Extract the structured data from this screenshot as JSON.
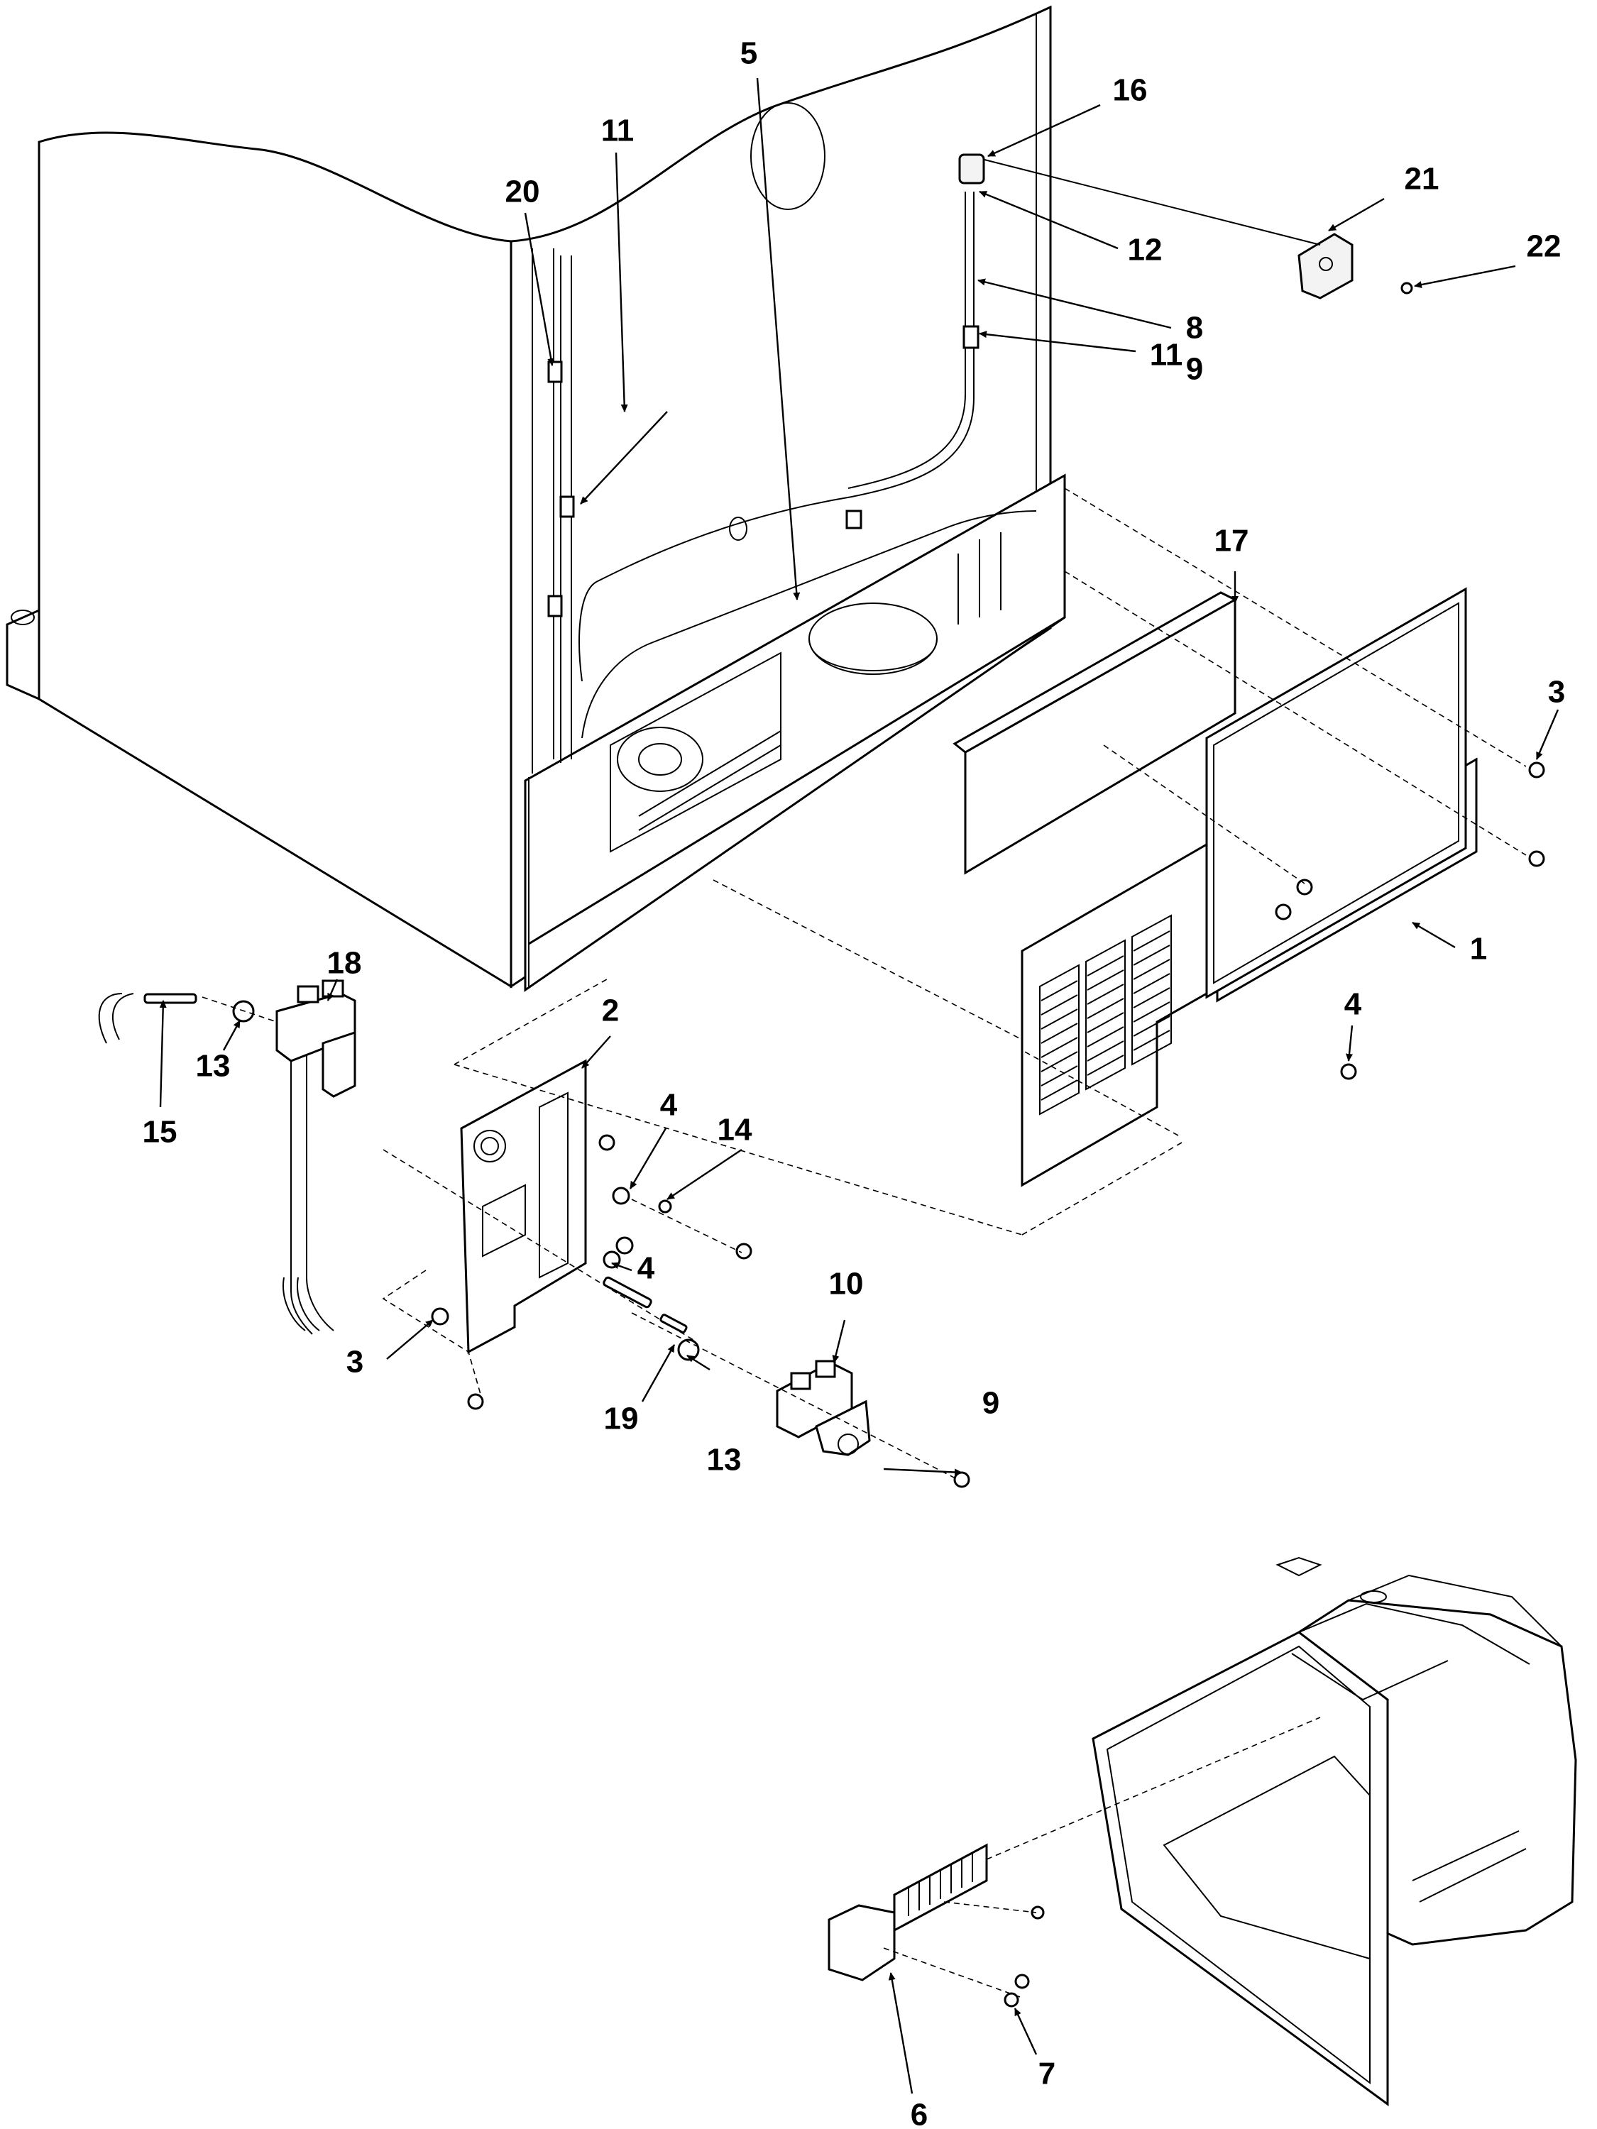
{
  "diagram": {
    "callouts": [
      {
        "id": "c1",
        "text": "1"
      },
      {
        "id": "c2",
        "text": "2"
      },
      {
        "id": "c3a",
        "text": "3"
      },
      {
        "id": "c3b",
        "text": "3"
      },
      {
        "id": "c4a",
        "text": "4"
      },
      {
        "id": "c4b",
        "text": "4"
      },
      {
        "id": "c4c",
        "text": "4"
      },
      {
        "id": "c5",
        "text": "5"
      },
      {
        "id": "c6",
        "text": "6"
      },
      {
        "id": "c7",
        "text": "7"
      },
      {
        "id": "c8",
        "text": "8"
      },
      {
        "id": "c9a",
        "text": "9"
      },
      {
        "id": "c9b",
        "text": "9"
      },
      {
        "id": "c10",
        "text": "10"
      },
      {
        "id": "c11a",
        "text": "11"
      },
      {
        "id": "c11b",
        "text": "11"
      },
      {
        "id": "c12",
        "text": "12"
      },
      {
        "id": "c13a",
        "text": "13"
      },
      {
        "id": "c13b",
        "text": "13"
      },
      {
        "id": "c14",
        "text": "14"
      },
      {
        "id": "c15",
        "text": "15"
      },
      {
        "id": "c16",
        "text": "16"
      },
      {
        "id": "c17",
        "text": "17"
      },
      {
        "id": "c18",
        "text": "18"
      },
      {
        "id": "c19",
        "text": "19"
      },
      {
        "id": "c20",
        "text": "20"
      },
      {
        "id": "c21",
        "text": "21"
      },
      {
        "id": "c22",
        "text": "22"
      }
    ]
  }
}
